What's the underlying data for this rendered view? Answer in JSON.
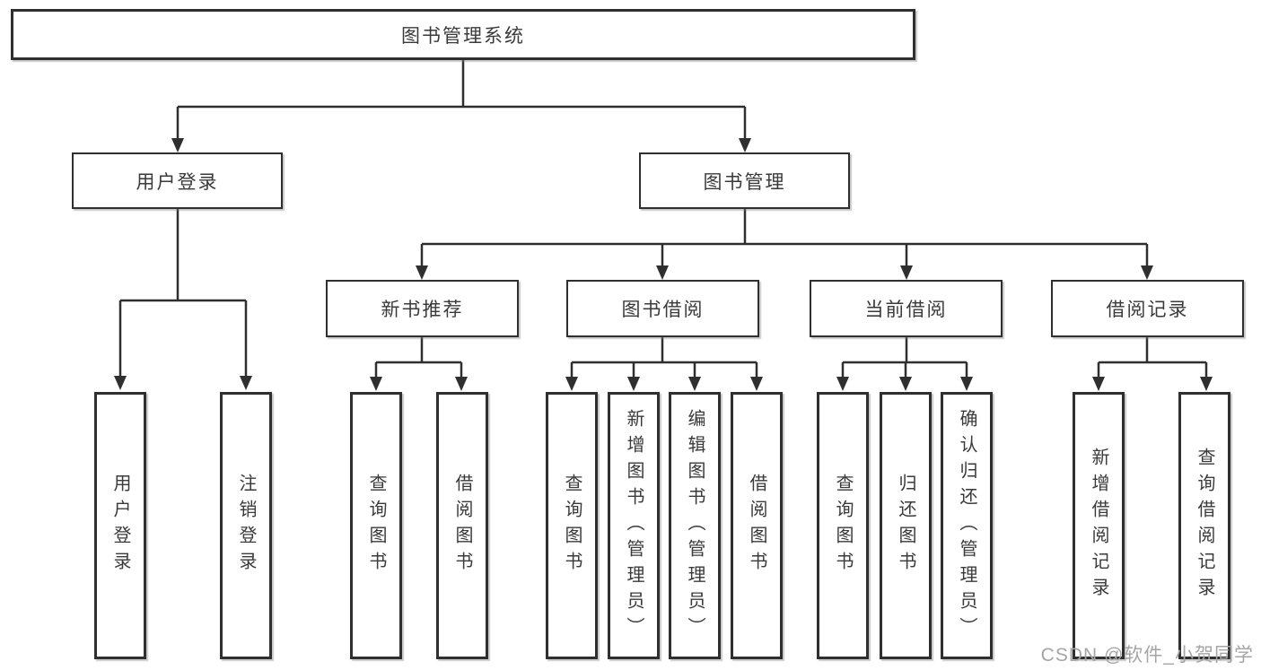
{
  "diagram": {
    "root_label": "图书管理系统",
    "branches": [
      {
        "label": "用户登录",
        "children": [
          {
            "label": "用户登录"
          },
          {
            "label": "注销登录"
          }
        ]
      },
      {
        "label": "图书管理",
        "children": [
          {
            "label": "新书推荐",
            "children": [
              {
                "label": "查询图书"
              },
              {
                "label": "借阅图书"
              }
            ]
          },
          {
            "label": "图书借阅",
            "children": [
              {
                "label": "查询图书"
              },
              {
                "label": "新增图书（管理员）"
              },
              {
                "label": "编辑图书（管理员）"
              },
              {
                "label": "借阅图书"
              }
            ]
          },
          {
            "label": "当前借阅",
            "children": [
              {
                "label": "查询图书"
              },
              {
                "label": "归还图书"
              },
              {
                "label": "确认归还（管理员）"
              }
            ]
          },
          {
            "label": "借阅记录",
            "children": [
              {
                "label": "新增借阅记录"
              },
              {
                "label": "查询借阅记录"
              }
            ]
          }
        ]
      }
    ]
  },
  "watermark": {
    "text": "CSDN @软件_小贺同学"
  },
  "colors": {
    "line": "#2f2f2f",
    "text": "#3a3a3a",
    "background": "#ffffff",
    "watermark": "#a5a5a5"
  }
}
